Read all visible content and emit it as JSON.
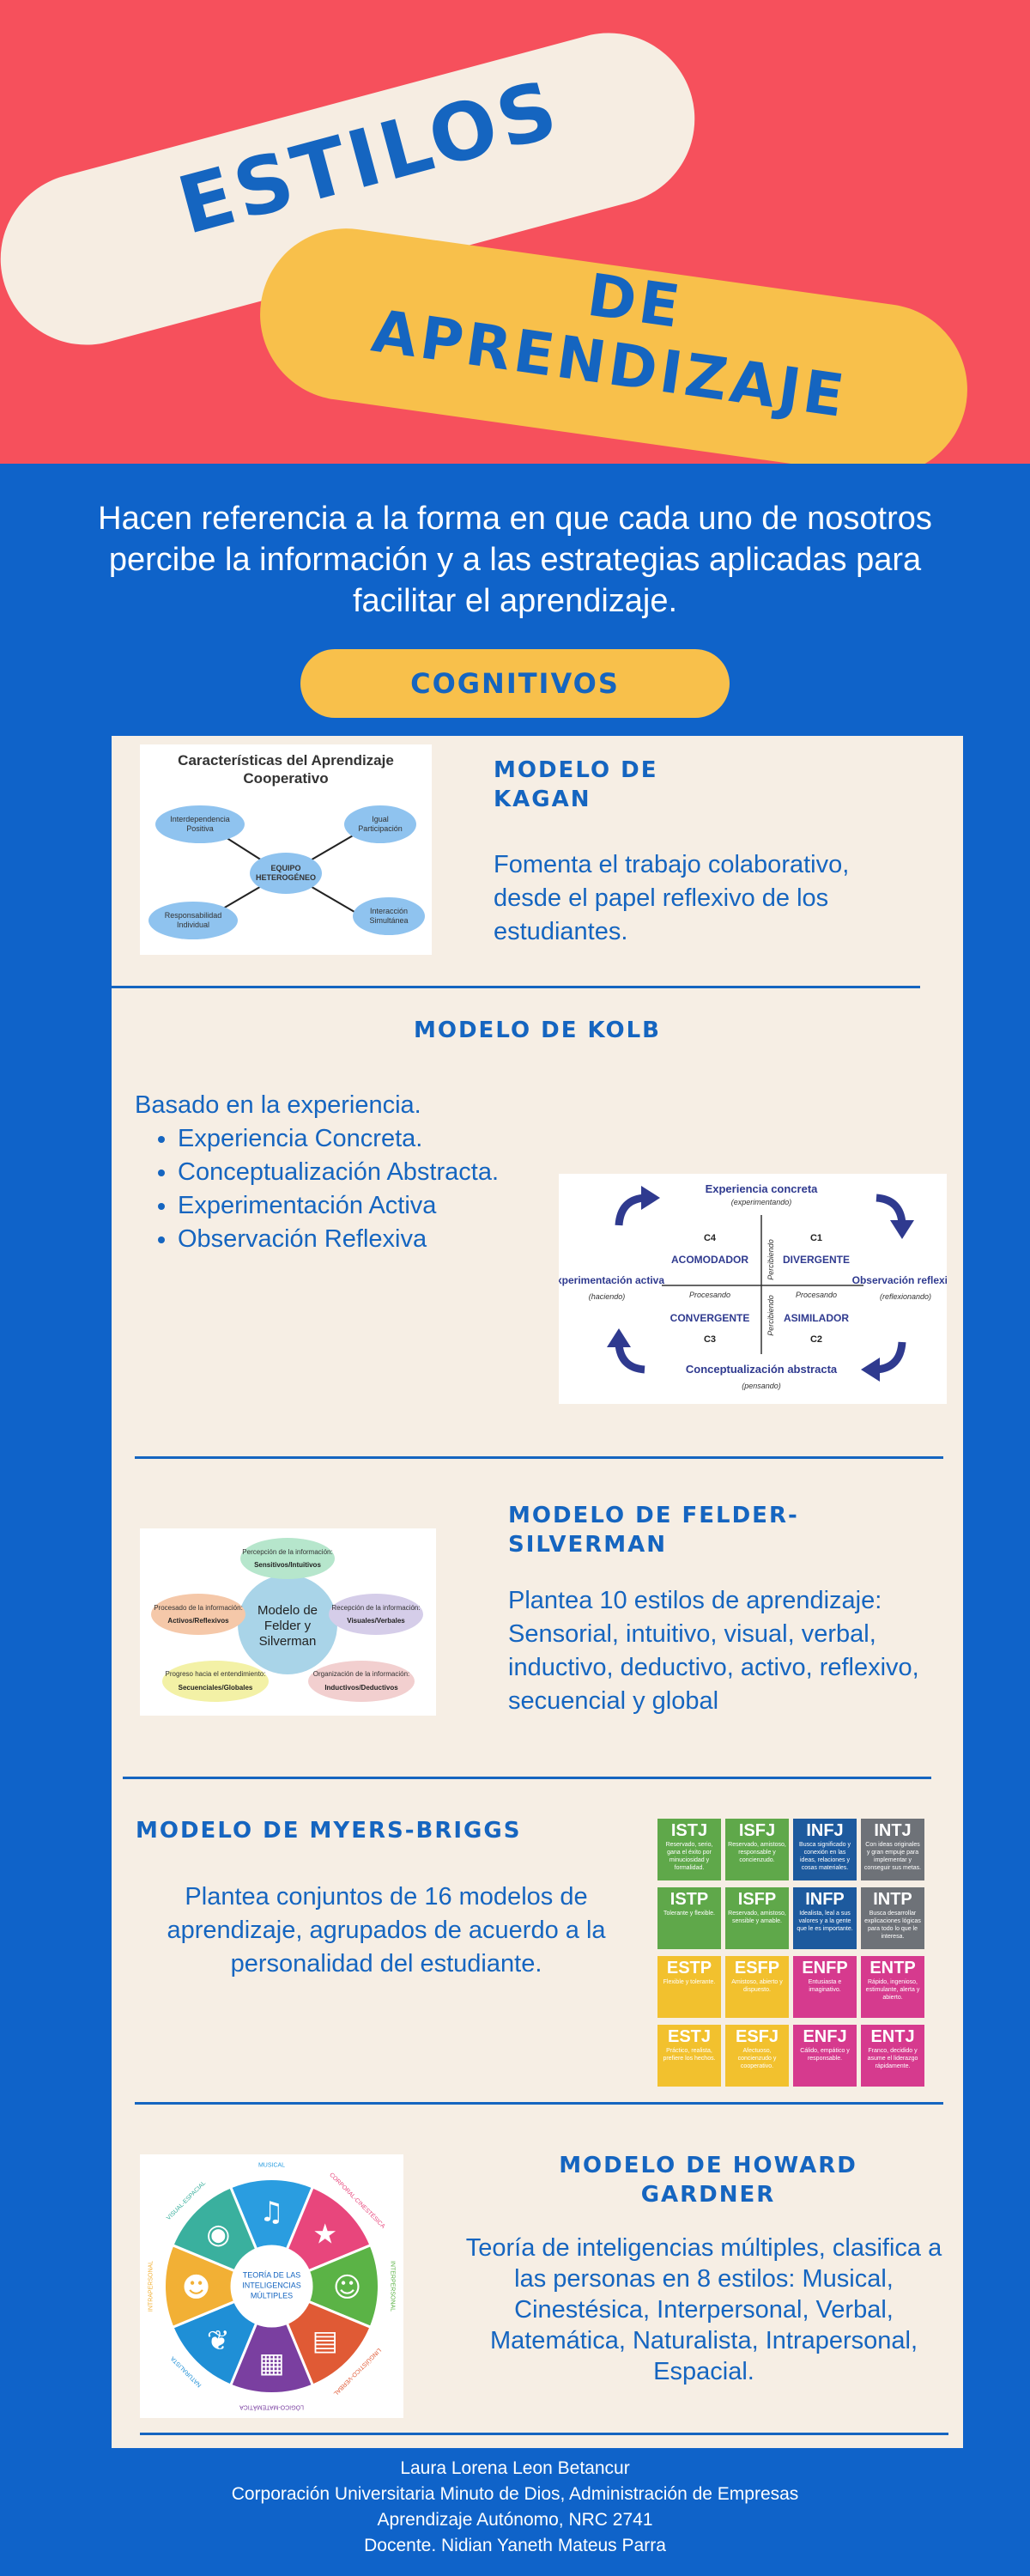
{
  "header": {
    "title_line1": "ESTILOS",
    "title_line2": "DE",
    "title_line3": "APRENDIZAJE"
  },
  "intro": "Hacen referencia a la forma en que cada uno de nosotros percibe la información y a las estrategias aplicadas para facilitar el aprendizaje.",
  "section_label": "COGNITIVOS",
  "kagan": {
    "title_line1": "MODELO DE",
    "title_line2": "KAGAN",
    "text": "Fomenta el trabajo colaborativo, desde el papel reflexivo de los estudiantes.",
    "image": {
      "title_line1": "Características del Aprendizaje",
      "title_line2": "Cooperativo",
      "center": "EQUIPO HETEROGÉNEO",
      "node1": "Interdependencia Positiva",
      "node2": "Igual Participación",
      "node3": "Responsabilidad Individual",
      "node4": "Interacción Simultánea"
    }
  },
  "kolb": {
    "title": "MODELO DE KOLB",
    "intro": "Basado en la experiencia.",
    "items": [
      "Experiencia Concreta.",
      "Conceptualización Abstracta.",
      "Experimentación Activa",
      "Observación Reflexiva"
    ],
    "image": {
      "top": "Experiencia concreta",
      "top_sub": "(experimentando)",
      "bottom": "Conceptualización abstracta",
      "bottom_sub": "(pensando)",
      "left": "Experimentación activa",
      "left_sub": "(haciendo)",
      "right": "Observación reflexiva",
      "right_sub": "(reflexionando)",
      "c1": "C1",
      "c2": "C2",
      "c3": "C3",
      "c4": "C4",
      "q1": "DIVERGENTE",
      "q2": "ASIMILADOR",
      "q3": "CONVERGENTE",
      "q4": "ACOMODADOR",
      "percibiendo": "Percibiendo",
      "procesando": "Procesando"
    }
  },
  "felder": {
    "title_line1": "MODELO DE FELDER-",
    "title_line2": "SILVERMAN",
    "text": "Plantea 10 estilos de aprendizaje: Sensorial, intuitivo, visual, verbal, inductivo, deductivo, activo, reflexivo, secuencial y global",
    "image": {
      "center": "Modelo de Felder y Silverman",
      "n1a": "Percepción de la información:",
      "n1b": "Sensitivos/Intuitivos",
      "n2a": "Recepción de la información:",
      "n2b": "Visuales/Verbales",
      "n3a": "Organización de la información:",
      "n3b": "Inductivos/Deductivos",
      "n4a": "Progreso hacia el entendimiento:",
      "n4b": "Secuenciales/Globales",
      "n5a": "Procesado de la información:",
      "n5b": "Activos/Reflexivos"
    }
  },
  "myers": {
    "title": "MODELO DE MYERS-BRIGGS",
    "text": "Plantea conjuntos de 16 modelos de aprendizaje, agrupados de acuerdo a la personalidad del estudiante.",
    "types": [
      {
        "code": "ISTJ",
        "desc": "Reservado, serio, gana el éxito por minuciosidad y formalidad.",
        "color": "#5fa84a"
      },
      {
        "code": "ISFJ",
        "desc": "Reservado, amistoso, responsable y concienzudo.",
        "color": "#5fa84a"
      },
      {
        "code": "INFJ",
        "desc": "Busca significado y conexión en las ideas, relaciones y cosas materiales.",
        "color": "#1d5a9e"
      },
      {
        "code": "INTJ",
        "desc": "Con ideas originales y gran empuje para implementar y conseguir sus metas.",
        "color": "#6e7278"
      },
      {
        "code": "ISTP",
        "desc": "Tolerante y flexible.",
        "color": "#5fa84a"
      },
      {
        "code": "ISFP",
        "desc": "Reservado, amistoso, sensible y amable.",
        "color": "#5fa84a"
      },
      {
        "code": "INFP",
        "desc": "Idealista, leal a sus valores y a la gente que le es importante.",
        "color": "#1d5a9e"
      },
      {
        "code": "INTP",
        "desc": "Busca desarrollar explicaciones lógicas para todo lo que le interesa.",
        "color": "#6e7278"
      },
      {
        "code": "ESTP",
        "desc": "Flexible y tolerante.",
        "color": "#f2c12e"
      },
      {
        "code": "ESFP",
        "desc": "Amistoso, abierto y dispuesto.",
        "color": "#f2c12e"
      },
      {
        "code": "ENFP",
        "desc": "Entusiasta e imaginativo.",
        "color": "#d63a8e"
      },
      {
        "code": "ENTP",
        "desc": "Rápido, ingenioso, estimulante, alerta y abierto.",
        "color": "#d63a8e"
      },
      {
        "code": "ESTJ",
        "desc": "Práctico, realista, prefiere los hechos.",
        "color": "#f2c12e"
      },
      {
        "code": "ESFJ",
        "desc": "Afectuoso, concienzudo y cooperativo.",
        "color": "#f2c12e"
      },
      {
        "code": "ENFJ",
        "desc": "Cálido, empático y responsable.",
        "color": "#d63a8e"
      },
      {
        "code": "ENTJ",
        "desc": "Franco, decidido y asume el liderazgo rápidamente.",
        "color": "#d63a8e"
      }
    ]
  },
  "gardner": {
    "title_line1": "MODELO DE HOWARD",
    "title_line2": "GARDNER",
    "text": "Teoría de inteligencias múltiples, clasifica a las personas en 8 estilos: Musical, Cinestésica, Interpersonal, Verbal, Matemática, Naturalista, Intrapersonal, Espacial.",
    "image": {
      "center": "TEORÍA DE LAS INTELIGENCIAS MÚLTIPLES",
      "segments": [
        {
          "label": "MUSICAL",
          "color": "#2a9de0",
          "icon": "music-note-icon"
        },
        {
          "label": "CORPORAL-CINESTÉSICA",
          "color": "#e8467c",
          "icon": "runner-icon"
        },
        {
          "label": "INTERPERSONAL",
          "color": "#5bb346",
          "icon": "people-icon"
        },
        {
          "label": "LINGÜÍSTICO-VERBAL",
          "color": "#e05a35",
          "icon": "book-icon"
        },
        {
          "label": "LÓGICO-MATEMÁTICA",
          "color": "#7a3fa0",
          "icon": "calculator-icon"
        },
        {
          "label": "NATURALISTA",
          "color": "#1f8fd6",
          "icon": "leaf-icon"
        },
        {
          "label": "INTRAPERSONAL",
          "color": "#f2b035",
          "icon": "person-icon"
        },
        {
          "label": "VISUAL-ESPACIAL",
          "color": "#3ab09e",
          "icon": "camera-icon"
        }
      ]
    }
  },
  "footer": {
    "line1": "Laura Lorena Leon Betancur",
    "line2": "Corporación Universitaria Minuto de Dios, Administración de Empresas",
    "line3": "Aprendizaje Autónomo, NRC 2741",
    "line4": "Docente. Nidian Yaneth Mateus Parra"
  }
}
